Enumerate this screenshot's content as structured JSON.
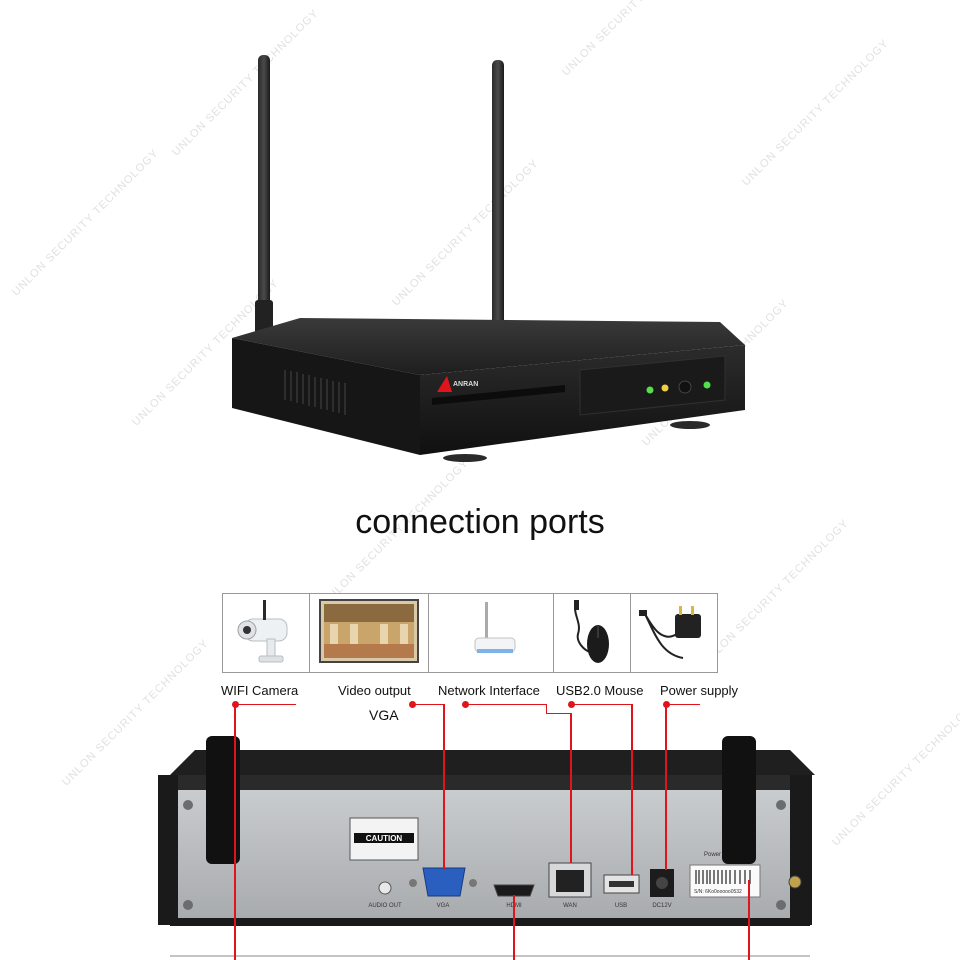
{
  "watermark": "UNLON SECURITY TECHNOLOGY",
  "nvr_front": {
    "brand": "ANRAN"
  },
  "heading": "connection ports",
  "devices": [
    {
      "name": "camera-icon"
    },
    {
      "name": "monitor-icon"
    },
    {
      "name": "router-icon"
    },
    {
      "name": "mouse-icon"
    },
    {
      "name": "power-adapter-icon"
    }
  ],
  "labels": {
    "wifi_camera": "WIFI Camera",
    "video_output": "Video output",
    "vga": "VGA",
    "network_interface": "Network Interface",
    "usb_mouse": "USB2.0 Mouse",
    "power_supply": "Power supply"
  },
  "back_panel": {
    "caution": "CAUTION",
    "audio_out": "AUDIO OUT",
    "vga": "VGA",
    "hdmi": "HDMI",
    "wan": "WAN",
    "usb": "USB",
    "dc12v": "DC12V",
    "power": "Power",
    "serial_label": "S/N: 6Ko0ooooo0532"
  },
  "colors": {
    "accent": "#e0151b",
    "device": "#1c1c1c",
    "panel": "#b9bcbf"
  }
}
